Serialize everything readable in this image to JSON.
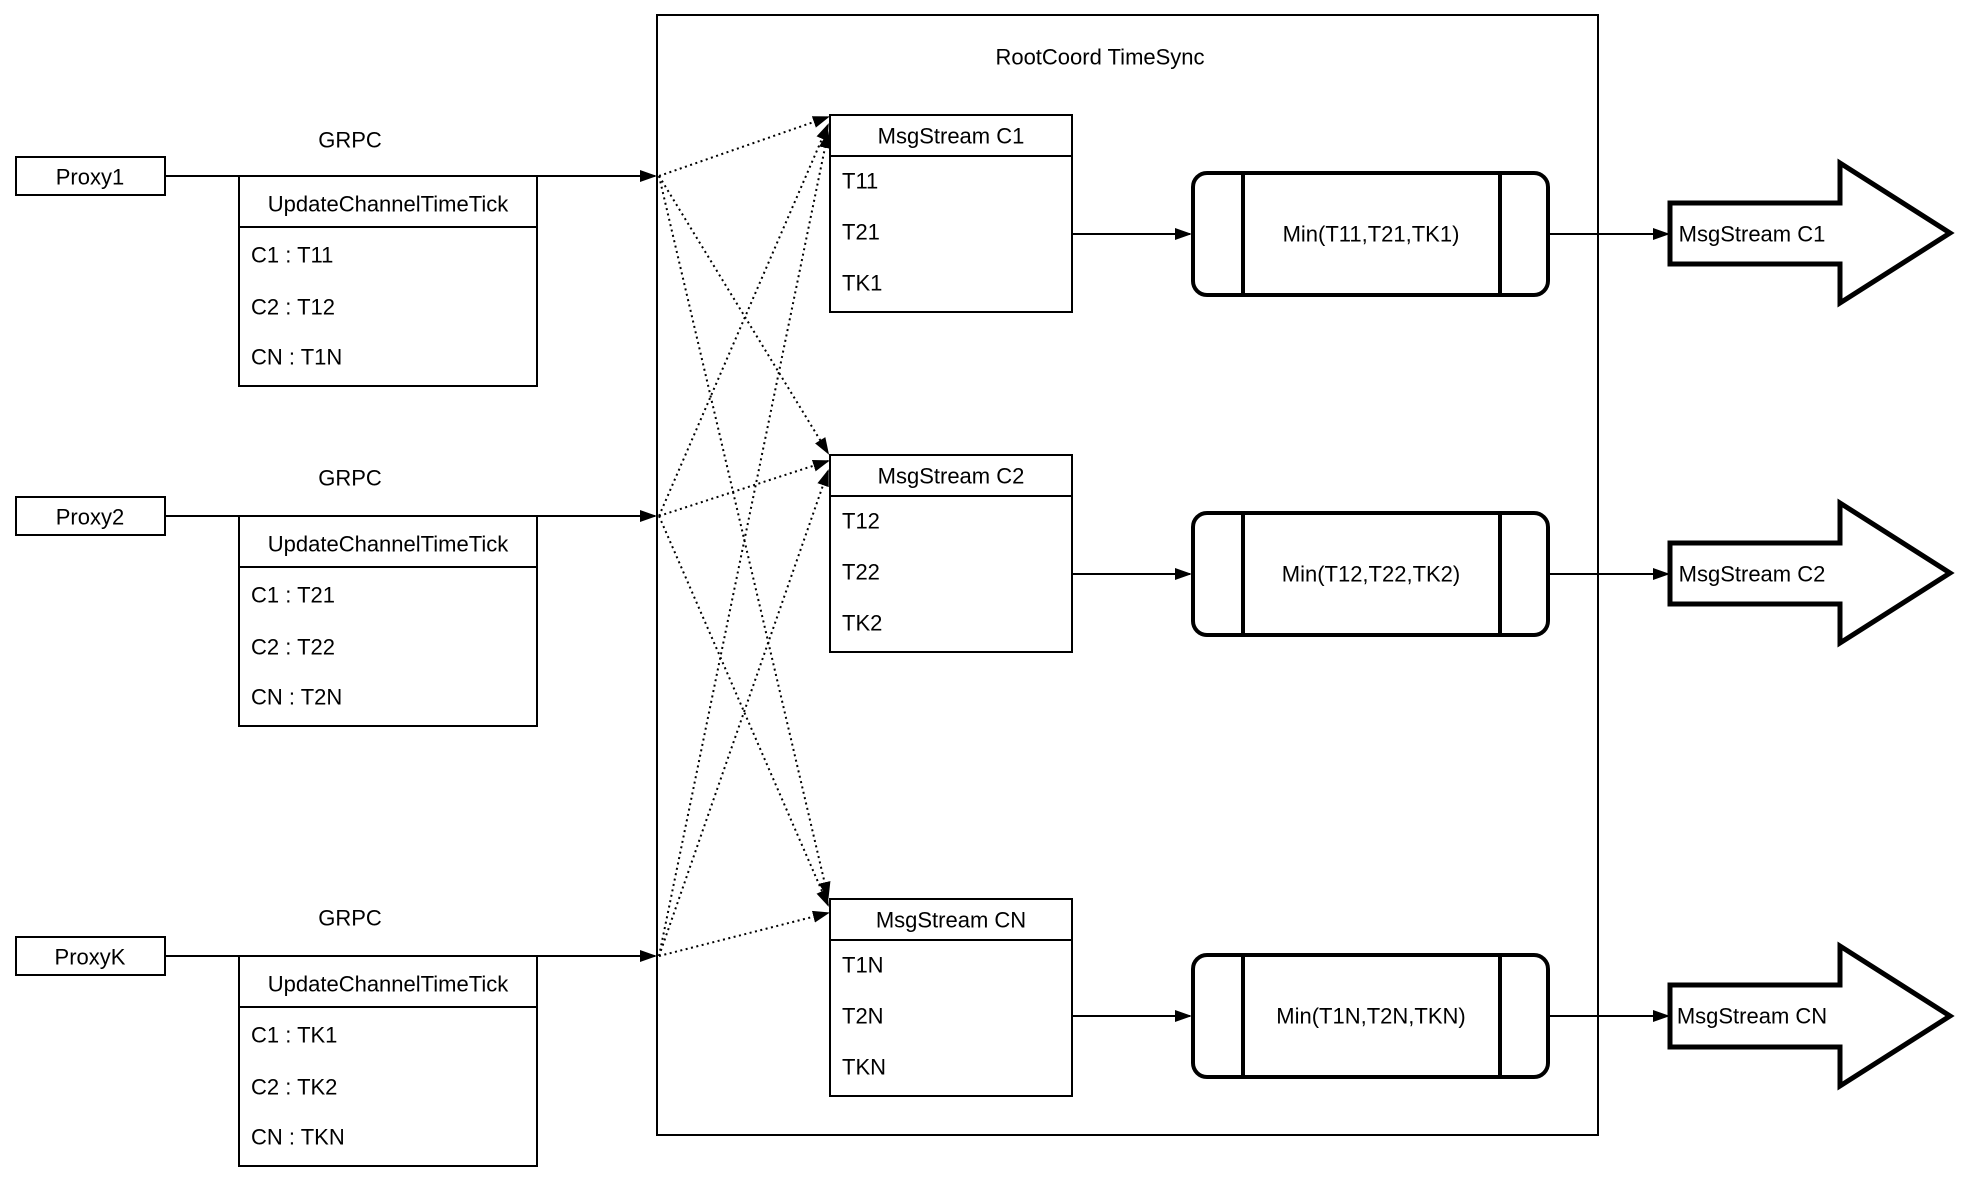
{
  "diagram": {
    "title": "RootCoord TimeSync",
    "colors": {
      "stroke": "#000000",
      "background": "#ffffff"
    },
    "rows": [
      {
        "proxy": "Proxy1",
        "grpc_label": "GRPC",
        "update_table": {
          "header": "UpdateChannelTimeTick",
          "rows": [
            "C1 :  T11",
            "C2 :  T12",
            "CN : T1N"
          ]
        },
        "msg_stream": {
          "header": "MsgStream C1",
          "rows": [
            "T11",
            "T21",
            "TK1"
          ]
        },
        "min_label": "Min(T11,T21,TK1)",
        "output_label": "MsgStream C1"
      },
      {
        "proxy": "Proxy2",
        "grpc_label": "GRPC",
        "update_table": {
          "header": "UpdateChannelTimeTick",
          "rows": [
            "C1 :  T21",
            "C2 :  T22",
            "CN : T2N"
          ]
        },
        "msg_stream": {
          "header": "MsgStream C2",
          "rows": [
            "T12",
            "T22",
            "TK2"
          ]
        },
        "min_label": "Min(T12,T22,TK2)",
        "output_label": "MsgStream C2"
      },
      {
        "proxy": "ProxyK",
        "grpc_label": "GRPC",
        "update_table": {
          "header": "UpdateChannelTimeTick",
          "rows": [
            "C1 :  TK1",
            "C2 :  TK2",
            "CN : TKN"
          ]
        },
        "msg_stream": {
          "header": "MsgStream CN",
          "rows": [
            "T1N",
            "T2N",
            "TKN"
          ]
        },
        "min_label": "Min(T1N,T2N,TKN)",
        "output_label": "MsgStream CN"
      }
    ]
  }
}
